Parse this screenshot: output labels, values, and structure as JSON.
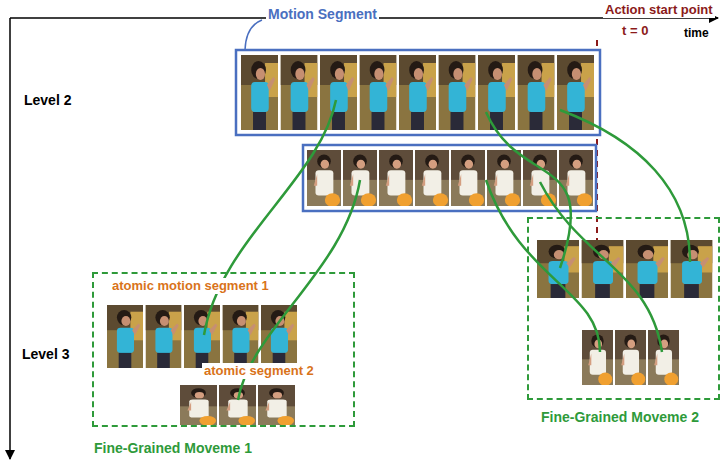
{
  "diagram": {
    "nodes": [
      {
        "text": [
          "atomic motion segment 1",
          "atomic segment 2",
          "Fine-Grained Moveme 1"
        ]
      },
      {
        "text": [
          "Fine-Grained Moveme 2"
        ]
      }
    ],
    "labels": [
      "Motion Segment",
      "Action start point",
      "t = 0",
      "time",
      "Level 2",
      "Level 3"
    ]
  }
}
